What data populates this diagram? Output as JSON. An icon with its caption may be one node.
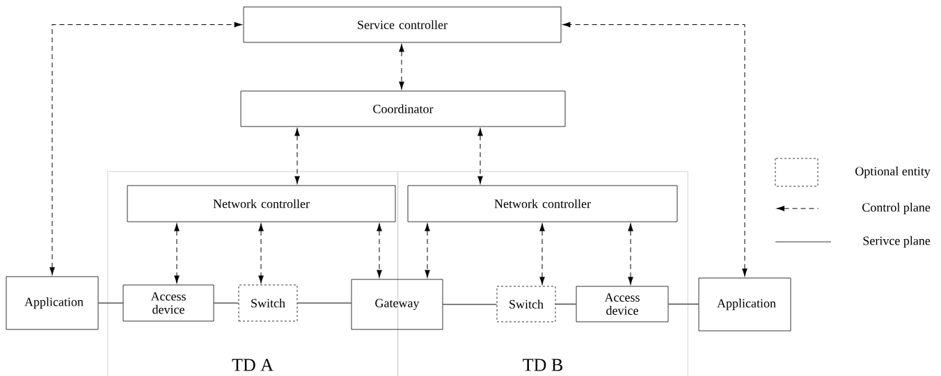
{
  "diagram": {
    "nodes": [
      {
        "text": [
          "Service controller"
        ]
      },
      {
        "text": [
          "Coordinator"
        ]
      },
      {
        "text": [
          "TD A"
        ]
      },
      {
        "text": [
          "TD B"
        ]
      },
      {
        "text": [
          "Network controller"
        ],
        "in": 2
      },
      {
        "text": [
          "Network controller"
        ],
        "in": 3
      },
      {
        "text": [
          "Application"
        ]
      },
      {
        "text": [
          "Access device"
        ],
        "in": 2
      },
      {
        "text": [
          "Switch"
        ],
        "in": 2
      },
      {
        "text": [
          "Gateway"
        ]
      },
      {
        "text": [
          "Switch"
        ],
        "in": 3
      },
      {
        "text": [
          "Access device"
        ],
        "in": 3
      },
      {
        "text": [
          "Application"
        ]
      }
    ],
    "edges": [
      {
        "from": 6,
        "to": 0,
        "arrow": "both",
        "style": "dashed"
      },
      {
        "from": 12,
        "to": 0,
        "arrow": "both",
        "style": "dashed"
      },
      {
        "from": 0,
        "to": 1,
        "arrow": "both",
        "style": "dashed"
      },
      {
        "from": 1,
        "to": 4,
        "arrow": "both",
        "style": "dashed"
      },
      {
        "from": 1,
        "to": 5,
        "arrow": "both",
        "style": "dashed"
      },
      {
        "from": 4,
        "to": 7,
        "arrow": "both",
        "style": "dashed"
      },
      {
        "from": 4,
        "to": 8,
        "arrow": "both",
        "style": "dashed"
      },
      {
        "from": 4,
        "to": 9,
        "arrow": "both",
        "style": "dashed"
      },
      {
        "from": 5,
        "to": 9,
        "arrow": "both",
        "style": "dashed"
      },
      {
        "from": 5,
        "to": 10,
        "arrow": "both",
        "style": "dashed"
      },
      {
        "from": 5,
        "to": 11,
        "arrow": "both",
        "style": "dashed"
      },
      {
        "from": 6,
        "to": 7,
        "arrow": "none"
      },
      {
        "from": 7,
        "to": 8,
        "arrow": "none"
      },
      {
        "from": 8,
        "to": 9,
        "arrow": "none"
      },
      {
        "from": 9,
        "to": 10,
        "arrow": "none"
      },
      {
        "from": 10,
        "to": 11,
        "arrow": "none"
      },
      {
        "from": 11,
        "to": 12,
        "arrow": "none"
      }
    ],
    "legend": [
      {
        "text": "Optional entity"
      },
      {
        "text": "Control plane"
      },
      {
        "text": "Serivce plane"
      }
    ]
  }
}
